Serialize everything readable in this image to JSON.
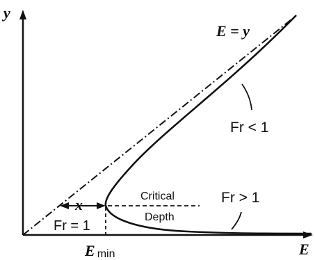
{
  "axes": {
    "y_label": "y",
    "x_label": "E"
  },
  "annotations": {
    "asymptote_label": "E = y",
    "subcritical_label": "Fr < 1",
    "supercritical_label": "Fr > 1",
    "critical_label": "Fr = 1",
    "critical_depth_line1": "Critical",
    "critical_depth_line2": "Depth",
    "x_marker": "x",
    "e_min_main": "E",
    "e_min_sub": "min"
  },
  "colors": {
    "ink": "#111111",
    "background": "#ffffff"
  }
}
